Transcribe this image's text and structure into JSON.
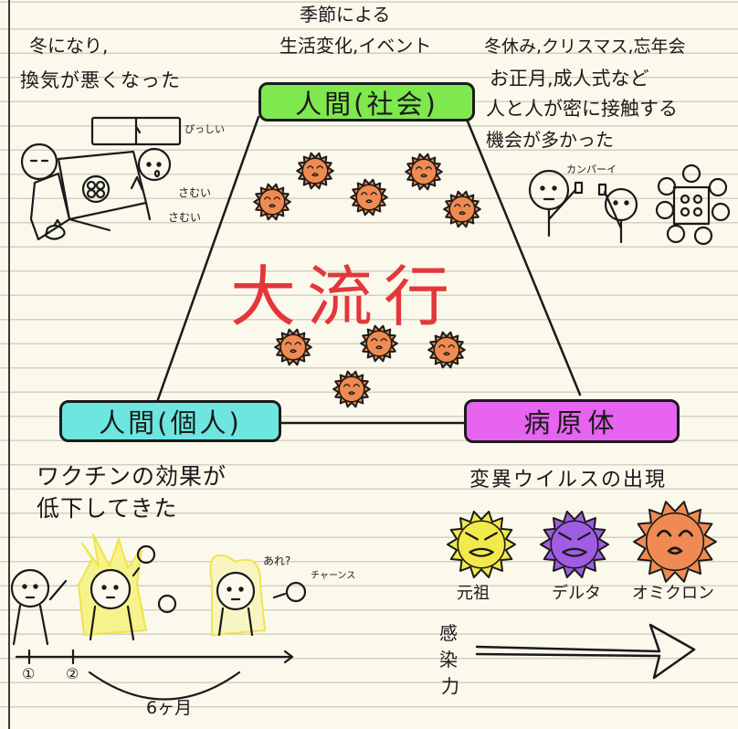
{
  "colors": {
    "paper": "#fbf8ec",
    "rule_line": "#d3d0c4",
    "ink": "#1a1a1a",
    "society_box": "#7ee84e",
    "individual_box": "#6ee6e0",
    "pathogen_box": "#e664f0",
    "main_text": "#e3373a",
    "virus_original": "#f2e94a",
    "virus_delta": "#a05de3",
    "virus_omicron": "#ef8b52",
    "highlight_yellow": "#f4f27a"
  },
  "nodes": {
    "society": "人間(社会)",
    "individual": "人間(個人)",
    "pathogen": "病原体"
  },
  "center": {
    "title": "大流行"
  },
  "notes": {
    "top_center": [
      "季節による",
      "生活変化,イベント"
    ],
    "top_left": [
      "冬になり,",
      "換気が悪くなった"
    ],
    "top_right": [
      "冬休み,クリスマス,忘年会",
      "お正月,成人式など",
      "人と人が密に接触する",
      "機会が多かった"
    ],
    "bottom_left": [
      "ワクチンの効果が",
      "低下してきた"
    ],
    "bottom_right_title": "変異ウイルスの出現",
    "infectivity": [
      "感",
      "染",
      "力"
    ]
  },
  "sounds": {
    "pishi": "ぴっしい",
    "samui1": "さむい",
    "samui2": "さむい",
    "kanpai": "カンパーイ",
    "are": "あれ?",
    "chance": "チャーンス"
  },
  "variants": [
    {
      "label": "元祖",
      "icon": "original-virus-icon"
    },
    {
      "label": "デルタ",
      "icon": "delta-virus-icon"
    },
    {
      "label": "オミクロン",
      "icon": "omicron-virus-icon"
    }
  ],
  "timeline": {
    "marks": [
      "①",
      "②"
    ],
    "span_label": "6ヶ月"
  }
}
